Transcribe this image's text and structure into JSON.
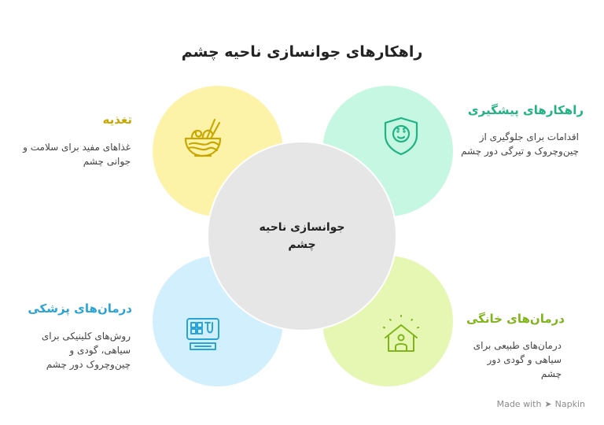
{
  "title": "راهکارهای جوانسازی ناحیه چشم",
  "center": {
    "label": "جوانسازی ناحیه چشم"
  },
  "colors": {
    "nutrition": "#c8a800",
    "prevention": "#1fb383",
    "medical": "#2aa3d6",
    "home": "#7fb51a",
    "center_fill": "#e6e6e6"
  },
  "items": {
    "nutrition": {
      "heading": "تغذیه",
      "desc": "غذاهای مفید برای سلامت و جوانی چشم",
      "icon": "noodle-bowl-icon"
    },
    "prevention": {
      "heading": "راهکارهای پیشگیری",
      "desc": "اقدامات برای جلوگیری از چین‌وچروک و تیرگی دور چشم",
      "icon": "shield-face-icon"
    },
    "medical": {
      "heading": "درمان‌های پزشکی",
      "desc": "روش‌های کلینیکی برای سیاهی، گودی و چین‌وچروک دور چشم",
      "icon": "medical-device-icon"
    },
    "home": {
      "heading": "درمان‌های خانگی",
      "desc": "درمان‌های طبیعی برای سیاهی و گودی دور چشم",
      "icon": "home-person-icon"
    }
  },
  "footer": {
    "text": "Made with",
    "brand": "Napkin"
  }
}
